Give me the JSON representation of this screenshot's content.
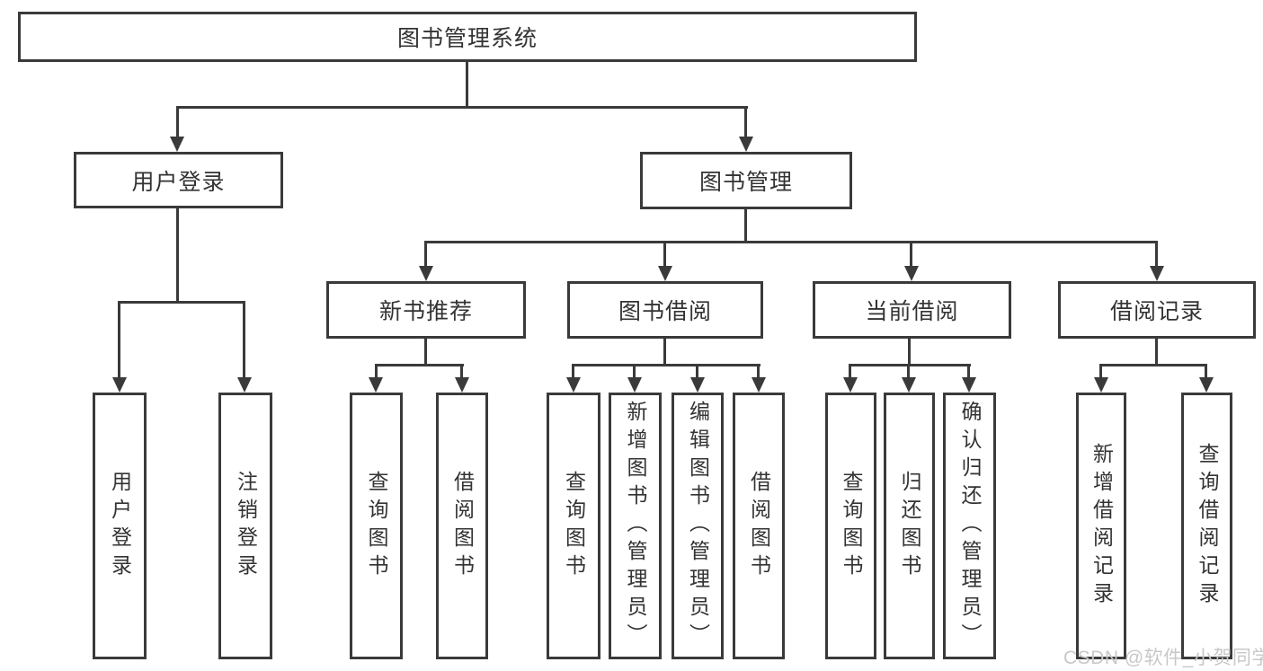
{
  "diagram": {
    "root": "图书管理系统",
    "branches": {
      "user_login": {
        "label": "用户登录",
        "children": [
          "用户登录",
          "注销登录"
        ]
      },
      "book_management": {
        "label": "图书管理",
        "children": {
          "new_book_recommend": {
            "label": "新书推荐",
            "children": [
              "查询图书",
              "借阅图书"
            ]
          },
          "book_borrow": {
            "label": "图书借阅",
            "children": [
              "查询图书",
              "新增图书（管理员）",
              "编辑图书（管理员）",
              "借阅图书"
            ]
          },
          "current_borrow": {
            "label": "当前借阅",
            "children": [
              "查询图书",
              "归还图书",
              "确认归还（管理员）"
            ]
          },
          "borrow_records": {
            "label": "借阅记录",
            "children": [
              "新增借阅记录",
              "查询借阅记录"
            ]
          }
        }
      }
    }
  },
  "watermark": "CSDN @软件_小贺同学",
  "colors": {
    "line": "#3a3a3a",
    "text": "#333333",
    "watermark": "#c8c8c8",
    "background": "#ffffff"
  }
}
